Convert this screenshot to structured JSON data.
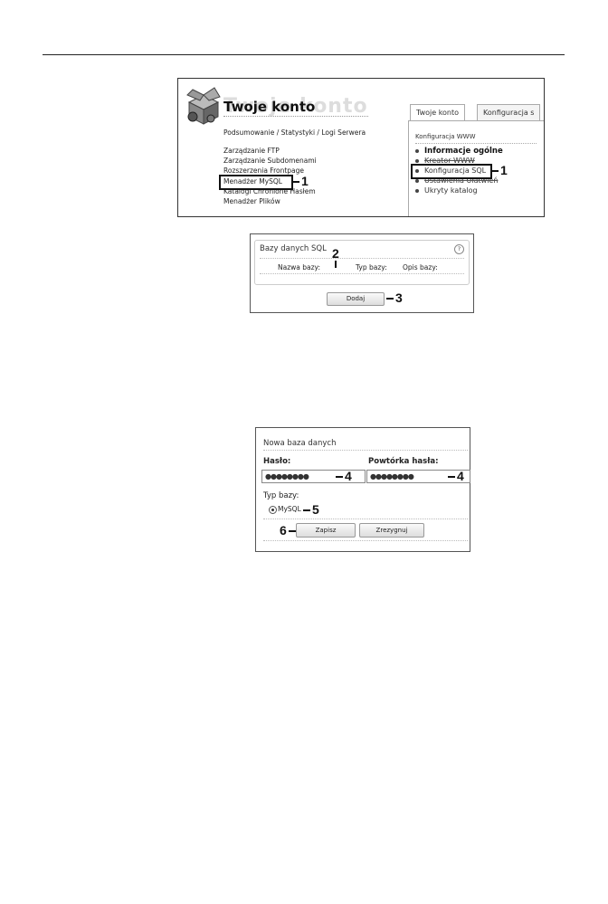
{
  "panel1": {
    "title": "Twoje konto",
    "title_ghost": "Twoje konto",
    "nav": "Podsumowanie / Statystyki / Logi Serwera",
    "menu": [
      "Zarządzanie FTP",
      "Zarządzanie Subdomenami",
      "Rozszerzenia Frontpage",
      "Menadżer MySQL",
      "Katalogi Chronione Hasłem",
      "Menadżer Plików"
    ],
    "tabs": [
      "Twoje konto",
      "Konfiguracja s"
    ],
    "konfig_title": "Konfiguracja WWW",
    "konfig_items": [
      "Informacje ogólne",
      "Kreator WWW",
      "Konfiguracja SQL",
      "Ustawienia Ułatwień",
      "Ukryty katalog"
    ],
    "callouts": [
      "1",
      "1"
    ]
  },
  "panel2": {
    "title": "Bazy danych SQL",
    "help": "?",
    "columns": [
      "Nazwa bazy:",
      "Typ bazy:",
      "Opis bazy:"
    ],
    "add_button": "Dodaj",
    "callouts": [
      "2",
      "3"
    ]
  },
  "panel3": {
    "title": "Nowa baza danych",
    "password_label": "Hasło:",
    "password_repeat_label": "Powtórka hasła:",
    "password_value": "●●●●●●●●",
    "password_repeat_value": "●●●●●●●●",
    "type_label": "Typ bazy:",
    "type_option": "MySQL",
    "save_button": "Zapisz",
    "cancel_button": "Zrezygnuj",
    "callouts": [
      "4",
      "4",
      "5",
      "6"
    ]
  }
}
